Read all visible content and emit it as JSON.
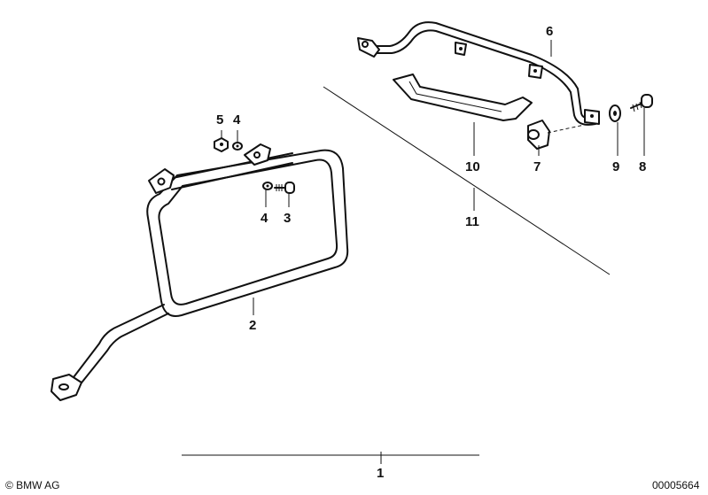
{
  "callouts": {
    "n1": "1",
    "n2": "2",
    "n3": "3",
    "n4a": "4",
    "n4b": "4",
    "n5": "5",
    "n6": "6",
    "n7": "7",
    "n8": "8",
    "n9": "9",
    "n10": "10",
    "n11": "11"
  },
  "footer": {
    "copyright": "© BMW AG",
    "diagram_number": "00005664"
  }
}
